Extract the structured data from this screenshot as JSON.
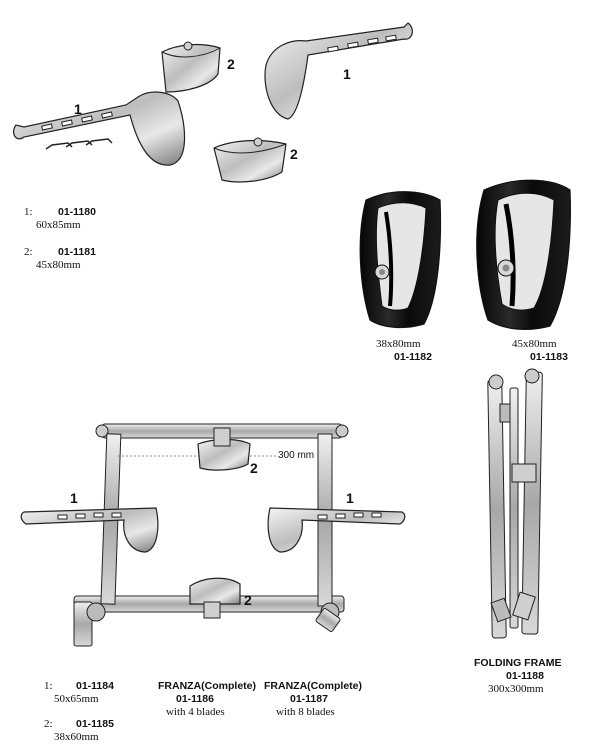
{
  "callouts": {
    "top_blade_1_left": "1",
    "top_blade_1_right": "1",
    "top_blade_2_upper": "2",
    "top_blade_2_lower": "2",
    "frame_blade_1_left": "1",
    "frame_blade_1_right": "1",
    "frame_blade_2_upper": "2",
    "frame_blade_2_lower": "2"
  },
  "top_legend": {
    "item1": {
      "num": "1:",
      "code": "01-1180",
      "size": "60x85mm"
    },
    "item2": {
      "num": "2:",
      "code": "01-1181",
      "size": "45x80mm"
    }
  },
  "dark_blades": {
    "left": {
      "size": "38x80mm",
      "code": "01-1182"
    },
    "right": {
      "size": "45x80mm",
      "code": "01-1183"
    }
  },
  "frame": {
    "dimension": "300 mm"
  },
  "folding_frame": {
    "title": "FOLDING FRAME",
    "code": "01-1188",
    "size": "300x300mm"
  },
  "bottom_legend": {
    "item1": {
      "num": "1:",
      "code": "01-1184",
      "size": "50x65mm"
    },
    "item2": {
      "num": "2:",
      "code": "01-1185",
      "size": "38x60mm"
    },
    "franza4": {
      "title": "FRANZA(Complete)",
      "code": "01-1186",
      "note": "with 4 blades"
    },
    "franza8": {
      "title": "FRANZA(Complete)",
      "code": "01-1187",
      "note": "with 8 blades"
    }
  }
}
